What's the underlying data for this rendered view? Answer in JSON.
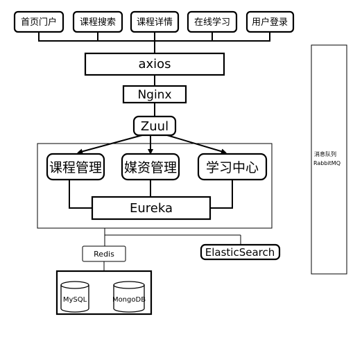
{
  "frontend": {
    "items": [
      {
        "label": "首页门户"
      },
      {
        "label": "课程搜索"
      },
      {
        "label": "课程详情"
      },
      {
        "label": "在线学习"
      },
      {
        "label": "用户登录"
      }
    ]
  },
  "gateway": {
    "axios": "axios",
    "nginx": "Nginx",
    "zuul": "Zuul"
  },
  "services": {
    "items": [
      {
        "label": "课程管理"
      },
      {
        "label": "媒资管理"
      },
      {
        "label": "学习中心"
      }
    ],
    "registry": "Eureka"
  },
  "storage": {
    "redis": "Redis",
    "elasticsearch": "ElasticSearch",
    "databases": [
      {
        "label": "MySQL"
      },
      {
        "label": "MongoDB"
      }
    ]
  },
  "mq": {
    "title": "消息队列",
    "name": "RabbitMQ"
  }
}
